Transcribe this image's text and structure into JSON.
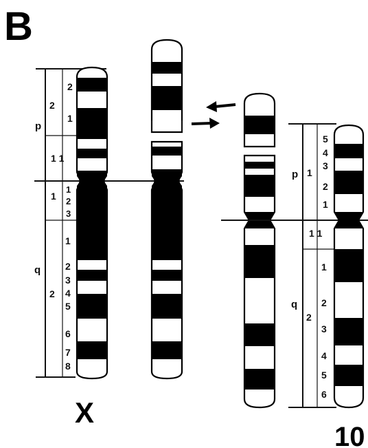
{
  "panel_label": "B",
  "chromosome_x": {
    "name": "X",
    "arms": {
      "p": "p",
      "q": "q"
    },
    "p_region_2": "2",
    "p_region_1_1": "1 1",
    "q_region_1_1": "1",
    "q_region_2": "2",
    "p_sub_2": "2",
    "p_sub_1": "1",
    "q11_sub": [
      "1",
      "2",
      "3"
    ],
    "q2_sub": [
      "1",
      "2",
      "3",
      "4",
      "5",
      "6",
      "7",
      "8"
    ]
  },
  "chromosome_10": {
    "name": "10",
    "arms": {
      "p": "p",
      "q": "q"
    },
    "p_region_1": "1",
    "p_sub": [
      "5",
      "4",
      "3",
      "2",
      "1"
    ],
    "cen_region": "1 1",
    "q_region_2": "2",
    "q_sub": [
      "1",
      "2",
      "3",
      "4",
      "5",
      "6"
    ]
  },
  "arrows": [
    "left-arrow",
    "right-arrow"
  ]
}
